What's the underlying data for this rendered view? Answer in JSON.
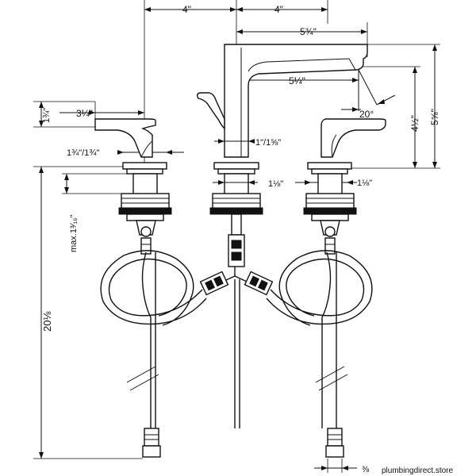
{
  "dimensions": {
    "spacing_left": "4\"",
    "spacing_right": "4\"",
    "spout_reach_overall": "5¾\"",
    "spout_reach": "5¼\"",
    "spout_angle": "20°",
    "spout_clearance": "4½\"",
    "spout_height": "5⅝\"",
    "handle_length": "3¼\"",
    "handle_height": "1¾\"",
    "handle_base": "1¾\"/1¾\"",
    "spout_base": "1\"/1⅝\"",
    "shank_spout": "1⅛\"",
    "shank_handle": "1⅛\"",
    "max_deck": "max.1³⁄₁₆\"",
    "total_length": "20⅛",
    "supply_thread": "⅜"
  },
  "watermark": "plumbingdirect.store"
}
